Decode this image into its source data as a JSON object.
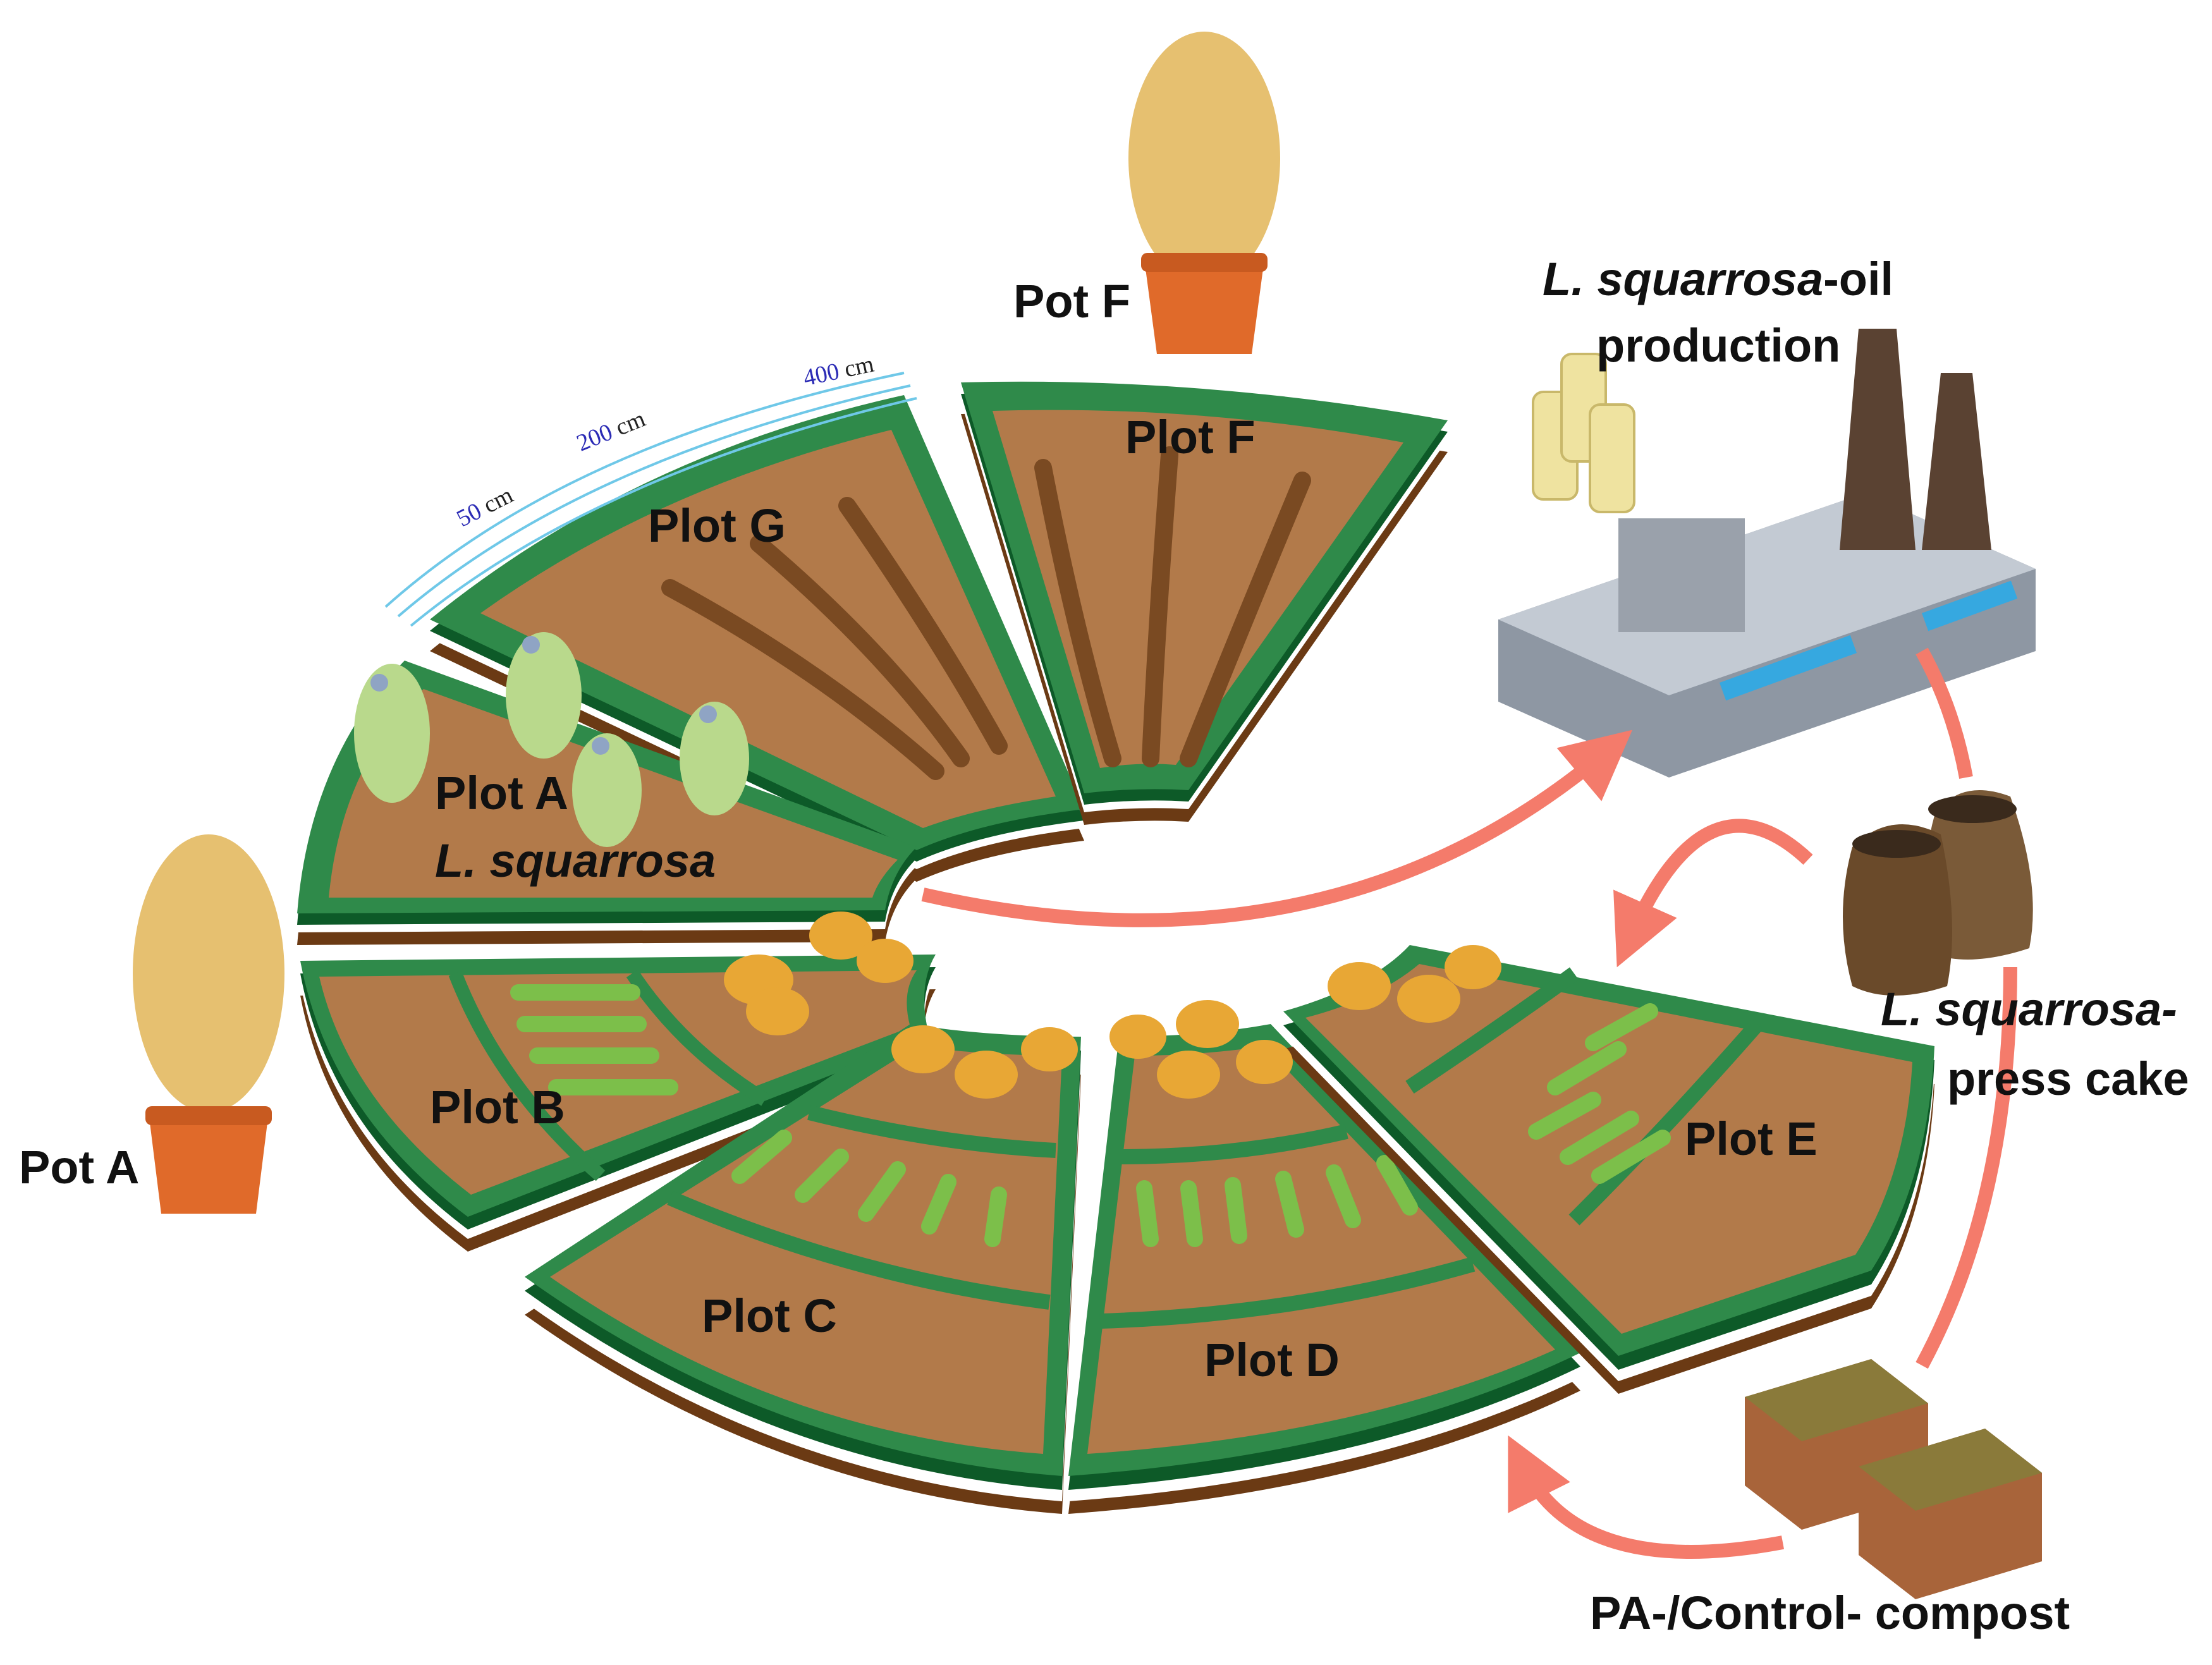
{
  "plots": {
    "plot_a": "Plot A",
    "plot_a_species": "L. squarrosa",
    "plot_b": "Plot B",
    "plot_c": "Plot C",
    "plot_d": "Plot D",
    "plot_e": "Plot E",
    "plot_f": "Plot F",
    "plot_g": "Plot G"
  },
  "pots": {
    "pot_a": "Pot A",
    "pot_f": "Pot F"
  },
  "scale": {
    "ring_50": "50",
    "ring_200": "200",
    "ring_400": "400",
    "unit": "cm"
  },
  "oil_production": {
    "line1_italic": "L. squarrosa",
    "line1_rest": "-oil",
    "line2": "production"
  },
  "press_cake": {
    "line1_italic": "L. squarrosa-",
    "line2": "press cake"
  },
  "compost": "PA-/Control- compost",
  "colors": {
    "soil": "#b27a4a",
    "border_green": "#2f8a4a",
    "dark_green": "#0d5a28",
    "base_brown": "#6b3a14",
    "arrow": "#f47b6b",
    "blue_arc": "#6fc8e8"
  }
}
